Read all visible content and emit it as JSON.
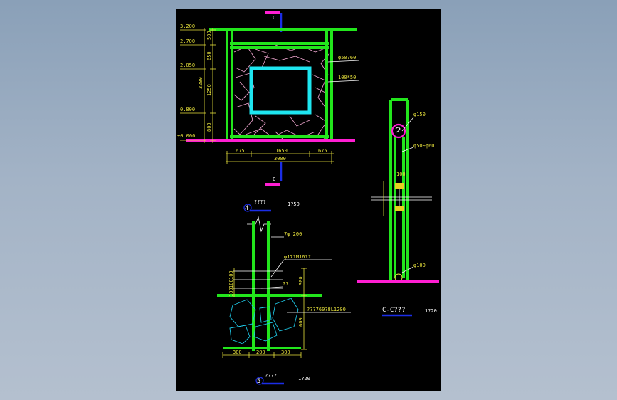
{
  "elevation": {
    "levels": [
      "3.200",
      "2.700",
      "2.050",
      "0.800",
      "±0.000"
    ],
    "vertical_dims": [
      "500",
      "650",
      "1250",
      "800"
    ],
    "overall_height": "3200",
    "horizontal_dims": [
      "675",
      "1650",
      "675"
    ],
    "overall_width": "3000",
    "callouts": [
      "φ50?60",
      "100*50"
    ],
    "section_mark": "C"
  },
  "detail4": {
    "number": "4",
    "title": "????",
    "scale": "1?50"
  },
  "section_cc": {
    "callouts": [
      "φ150",
      "φ50~φ60",
      "φ100"
    ],
    "dim": "100",
    "title": "C-C???",
    "scale": "1?20"
  },
  "detail5": {
    "number": "5",
    "title": "????",
    "scale": "1?20",
    "callouts": [
      "7φ 200",
      "φ17?M16??",
      "??",
      "???760?8L1200"
    ],
    "left_dims": [
      "100",
      "100",
      "100"
    ],
    "right_dims": [
      "300",
      "600"
    ],
    "bottom_dims": [
      "300",
      "200",
      "300"
    ]
  }
}
